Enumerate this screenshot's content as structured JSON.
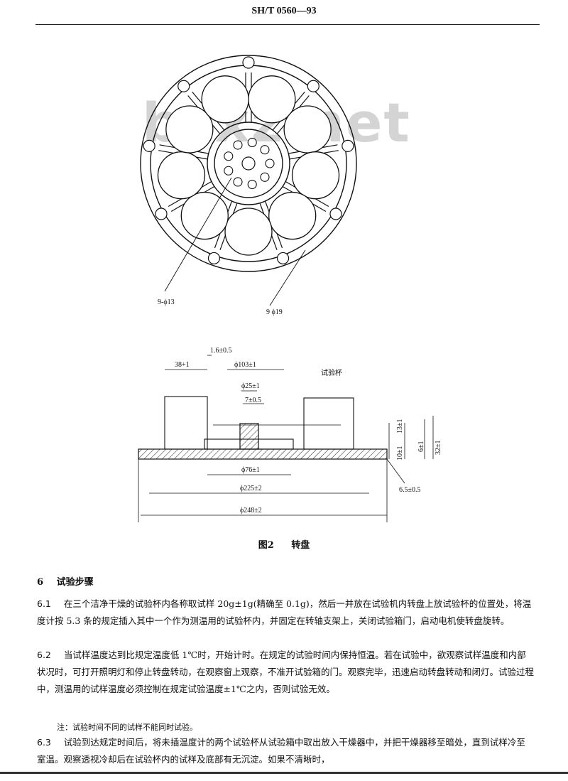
{
  "header": {
    "doc_number": "SH/T 0560—93"
  },
  "watermark": "bzxz.net",
  "figure_top": {
    "label_small_holes": "9-ϕ13",
    "label_cup_holes": "9 ϕ19"
  },
  "figure_bottom": {
    "dims": {
      "gap": "1.6±0.5",
      "left_offset": "38+1",
      "inner_dia": "ϕ103±1",
      "hub_dia": "ϕ25±1",
      "hub_height": "7±0.5",
      "cup_label": "试验杯",
      "base_dia": "ϕ76±1",
      "plate_dia": "ϕ225±2",
      "outer_dia": "ϕ248±2",
      "right_h1": "13±1",
      "right_h2": "6±1",
      "right_h3": "32±1",
      "right_h4": "10±1",
      "thickness": "6.5±0.5"
    }
  },
  "caption": {
    "fig_no": "图2",
    "fig_title": "转盘"
  },
  "section": {
    "number": "6",
    "title": "试验步骤"
  },
  "paragraphs": [
    {
      "num": "6.1",
      "text": "在三个洁净干燥的试验杯内各称取试样 20g±1g(精确至 0.1g)，然后一并放在试验机内转盘上放试验杯的位置处，将温度计按 5.3 条的规定插入其中一个作为测温用的试验杯内，并固定在转轴支架上，关闭试验箱门，启动电机使转盘旋转。"
    },
    {
      "num": "6.2",
      "text": "当试样温度达到比规定温度低 1℃时，开始计时。在规定的试验时间内保持恒温。若在试验中，欲观察试样温度和内部状况时，可打开照明灯和停止转盘转动，在观察窗上观察，不准开试验箱的门。观察完毕，迅速启动转盘转动和闭灯。试验过程中，测温用的试样温度必须控制在规定试验温度±1℃之内，否则试验无效。"
    },
    {
      "num": "6.3",
      "text": "试验到达规定时间后，将未插温度计的两个试验杯从试验箱中取出放入干燥器中，并把干燥器移至暗处，直到试样冷至室温。观察透视冷却后在试验杯内的试样及底部有无沉淀。如果不清晰时，"
    }
  ],
  "note": "注：试验时间不同的试样不能同时试验。"
}
